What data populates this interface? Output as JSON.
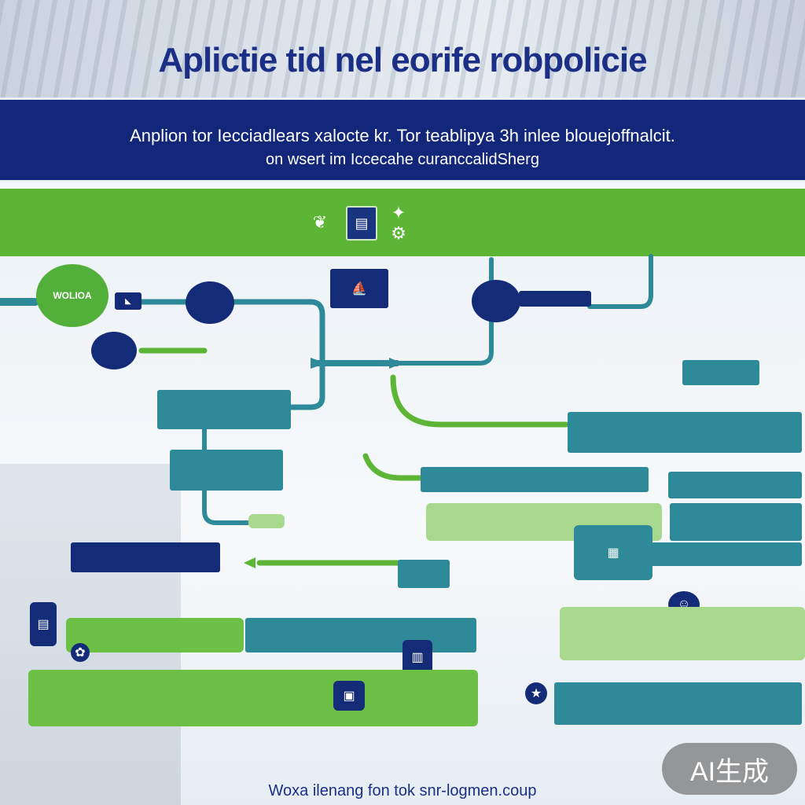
{
  "header": {
    "title": "Aplictie tid nel eorife robpolicie"
  },
  "banner": {
    "line1": "Anplion tor Iecciadlears xalocte kr. Tor teablipya 3h inlee blouejoffnalcit.",
    "line2": "on wsert im Iccecahe curanccalidSherg"
  },
  "green_band": {
    "text_lines": [
      "",
      "",
      ""
    ]
  },
  "nodes": {
    "green_circle_left": "WOLIOA",
    "navy_box_top": "",
    "circle_right_label": ""
  },
  "footer": {
    "text": "Woxa ilenang fon tok snr-logmen.coup"
  },
  "watermark": {
    "text": "AI生成"
  },
  "colors": {
    "navy": "#12277a",
    "green": "#5cb535",
    "teal": "#2e8a98",
    "light_green": "#a9d98f"
  },
  "icons": [
    "leaf-icon",
    "document-icon",
    "chart-icon",
    "gear-icon",
    "monitor-icon",
    "bird-icon",
    "person-icon"
  ]
}
